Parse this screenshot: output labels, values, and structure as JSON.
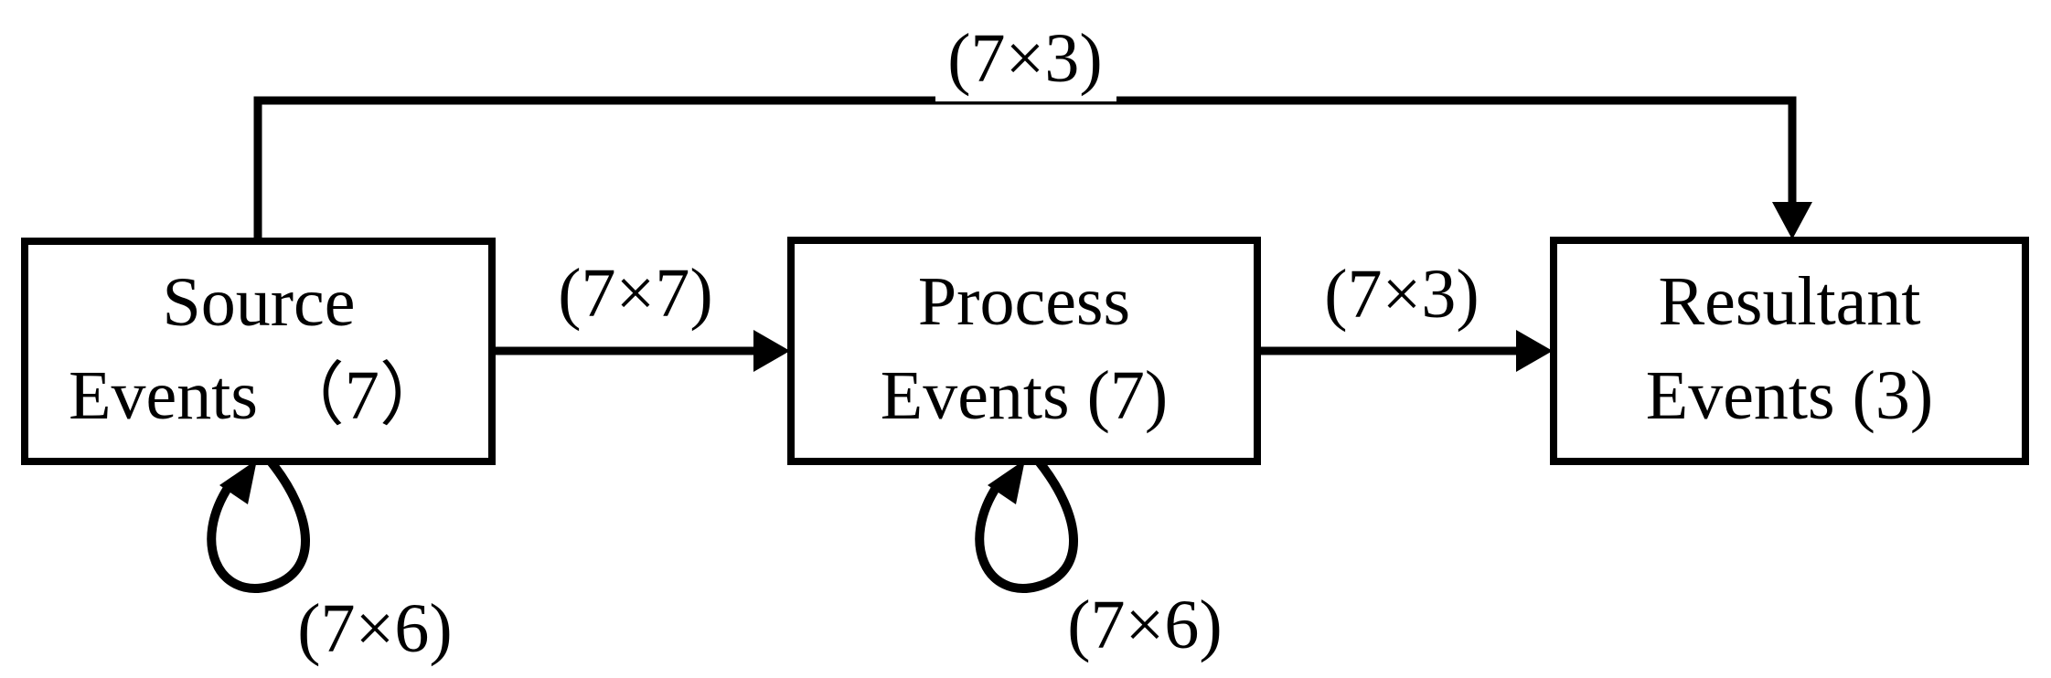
{
  "diagram": {
    "title": "event flow diagram",
    "colors": {
      "ink": "#000000",
      "background": "#ffffff"
    },
    "nodes": [
      {
        "id": "source",
        "line1": "Source",
        "line2": "Events （7）"
      },
      {
        "id": "process",
        "line1": "Process",
        "line2": "Events (7)"
      },
      {
        "id": "resultant",
        "line1": "Resultant",
        "line2": "Events (3)"
      }
    ],
    "edges": {
      "source_to_resultant": {
        "label": "(7×3)"
      },
      "source_to_process": {
        "label": "(7×7)"
      },
      "process_to_resultant": {
        "label": "(7×3)"
      },
      "source_self_loop": {
        "label": "(7×6)"
      },
      "process_self_loop": {
        "label": "(7×6)"
      }
    }
  }
}
